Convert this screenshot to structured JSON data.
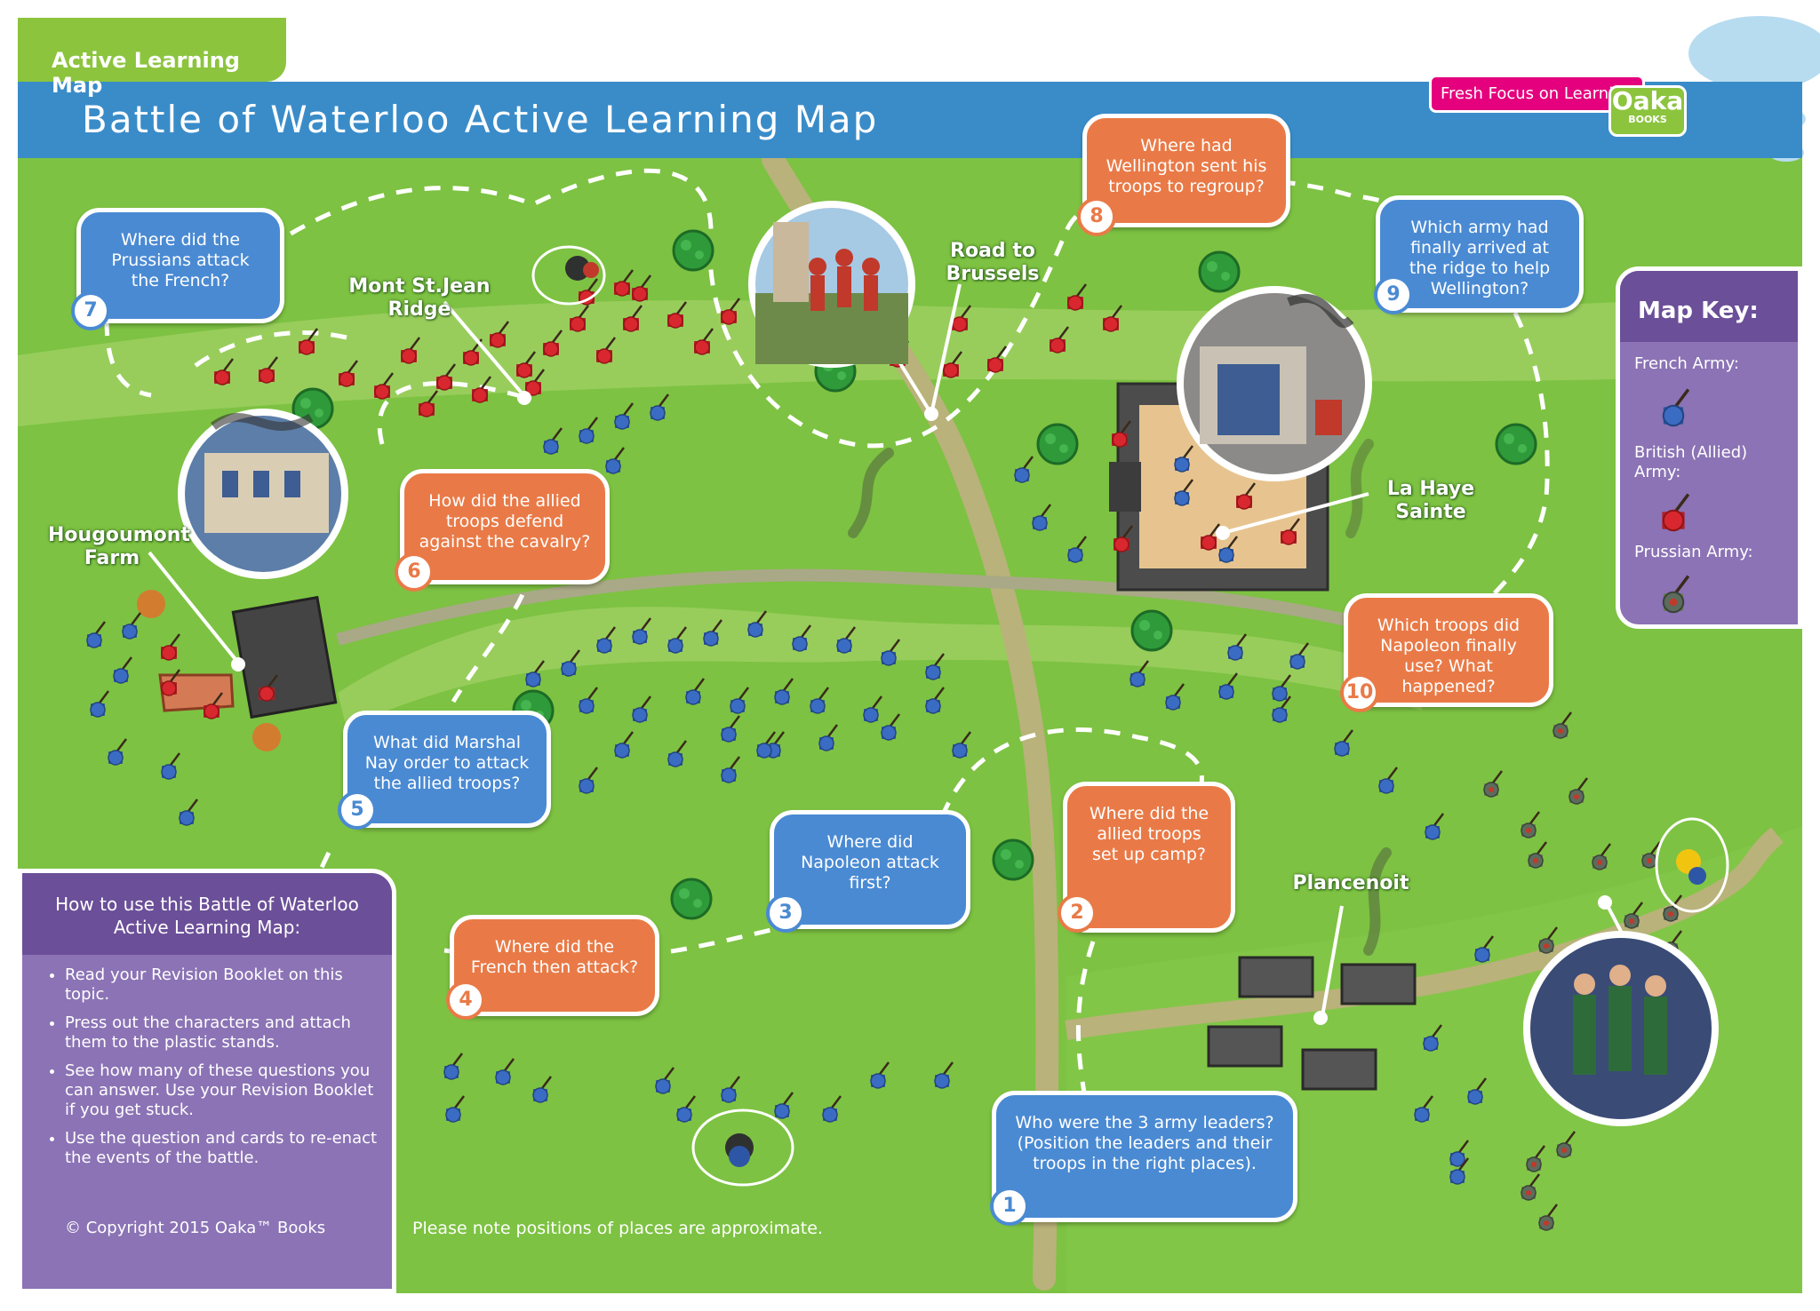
{
  "header": {
    "tab_label": "Active Learning Map",
    "title": "Battle of Waterloo Active Learning Map",
    "brand_tagline": "Fresh Focus on Learning",
    "brand_logo": "Oaka",
    "brand_logo_sub": "BOOKS"
  },
  "questions": [
    {
      "num": "1",
      "text": "Who were the 3 army leaders? (Position the  leaders and their troops in the right places)."
    },
    {
      "num": "2",
      "text": "Where did the allied troops set up camp?"
    },
    {
      "num": "3",
      "text": "Where did Napoleon attack first?"
    },
    {
      "num": "4",
      "text": "Where did the French then attack?"
    },
    {
      "num": "5",
      "text": "What did Marshal Nay order to attack the allied troops?"
    },
    {
      "num": "6",
      "text": "How did the allied troops defend against the cavalry?"
    },
    {
      "num": "7",
      "text": "Where did the Prussians attack the French?"
    },
    {
      "num": "8",
      "text": "Where had Wellington sent his troops to regroup?"
    },
    {
      "num": "9",
      "text": "Which army had finally arrived at the ridge to help Wellington?"
    },
    {
      "num": "10",
      "text": "Which troops did Napoleon finally use? What happened?"
    }
  ],
  "places": {
    "mont_st_jean": "Mont St.Jean Ridge",
    "road": "Road to Brussels",
    "la_haye": "La Haye Sainte",
    "hougoumont": "Hougoumont Farm",
    "plancenoit": "Plancenoit"
  },
  "map_key": {
    "title": "Map Key:",
    "french": "French Army:",
    "british": "British (Allied) Army:",
    "prussian": "Prussian Army:"
  },
  "howto": {
    "title": "How to use this Battle of Waterloo Active Learning Map:",
    "items": [
      "Read your Revision Booklet on this topic.",
      "Press out the characters and attach them to the plastic stands.",
      "See how many of these questions you can answer. Use your Revision Booklet if you get stuck.",
      "Use the question and cards to re-enact the events of the battle."
    ],
    "copyright": "© Copyright 2015 Oaka™ Books"
  },
  "note": "Please note positions of places are approximate.",
  "colors": {
    "grass": "#7dc242",
    "path_green": "#98cd5c",
    "header_blue": "#3a8cc9",
    "question_orange": "#e97a47",
    "question_blue": "#4a8ad3",
    "key_purple": "#8b73b5",
    "french_blue": "#3b6cc4",
    "british_red": "#d8272e",
    "prussian_grey": "#5d6b5d"
  },
  "icons": [
    "french-soldier-icon",
    "british-soldier-icon",
    "prussian-soldier-icon",
    "tree-icon",
    "building-icon",
    "smoke-icon",
    "leader-icon"
  ]
}
